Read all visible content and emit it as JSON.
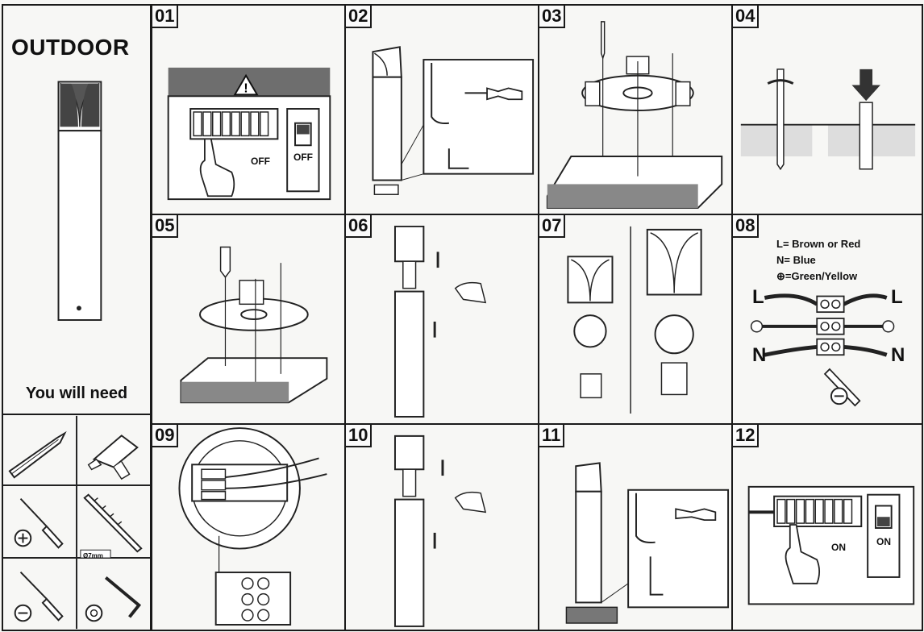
{
  "left_panel": {
    "title": "OUTDOOR",
    "you_will_need": "You will need",
    "drill_bit_label": "Ø7mm"
  },
  "steps": [
    {
      "number": "01",
      "off_label": "OFF",
      "off_switch_label": "OFF"
    },
    {
      "number": "02"
    },
    {
      "number": "03"
    },
    {
      "number": "04"
    },
    {
      "number": "05"
    },
    {
      "number": "06"
    },
    {
      "number": "07"
    },
    {
      "number": "08",
      "legend": [
        "L= Brown or Red",
        "N= Blue",
        "⊕=Green/Yellow"
      ],
      "wire_left_l": "L",
      "wire_right_l": "L",
      "wire_left_n": "N",
      "wire_right_n": "N"
    },
    {
      "number": "09"
    },
    {
      "number": "10"
    },
    {
      "number": "11"
    },
    {
      "number": "12",
      "on_label": "ON",
      "on_switch_label": "ON"
    }
  ]
}
